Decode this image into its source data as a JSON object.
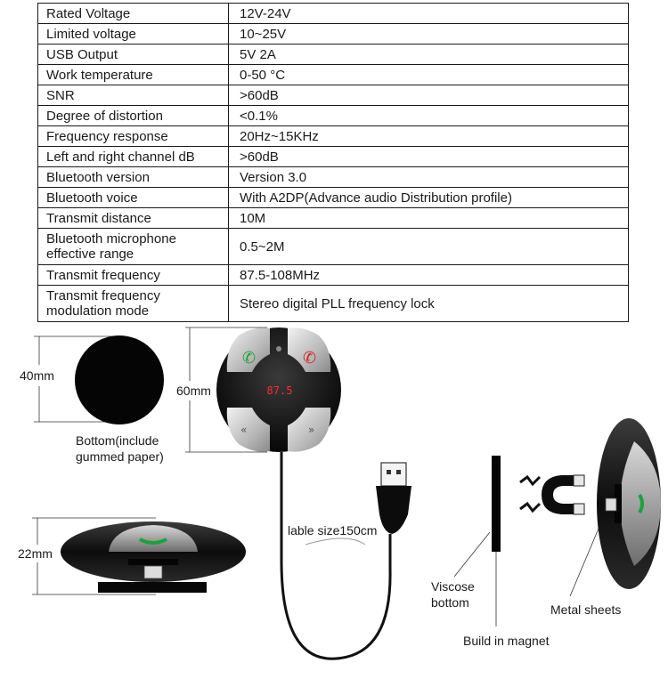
{
  "specs": [
    {
      "name": "Rated Voltage",
      "value": "12V-24V"
    },
    {
      "name": "Limited voltage",
      "value": "10~25V"
    },
    {
      "name": "USB Output",
      "value": "5V 2A"
    },
    {
      "name": "Work temperature",
      "value": "0-50 °C"
    },
    {
      "name": "SNR",
      "value": ">60dB"
    },
    {
      "name": "Degree of distortion",
      "value": "<0.1%"
    },
    {
      "name": "Frequency  response",
      "value": "20Hz~15KHz"
    },
    {
      "name": "Left and right channel dB",
      "value": ">60dB"
    },
    {
      "name": "Bluetooth version",
      "value": "Version 3.0"
    },
    {
      "name": "Bluetooth voice",
      "value": "With A2DP(Advance audio Distribution profile)"
    },
    {
      "name": "Transmit distance",
      "value": "10M"
    },
    {
      "name": "Bluetooth microphone effective range",
      "value": "0.5~2M"
    },
    {
      "name": "Transmit frequency",
      "value": "87.5-108MHz"
    },
    {
      "name": "Transmit frequency modulation mode",
      "value": "Stereo digital PLL frequency lock"
    }
  ],
  "figure": {
    "bottom_width": "40mm",
    "bottom_caption_line1": "Bottom(include",
    "bottom_caption_line2": "gummed paper)",
    "device_width": "60mm",
    "display_reading": "87.5",
    "height_label": "22mm",
    "cable_label": "lable size150cm",
    "viscose_line1": "Viscose",
    "viscose_line2": "bottom",
    "magnet_label": "Build in magnet",
    "metal_label": "Metal sheets"
  },
  "colors": {
    "call_accept": "#1aa33a",
    "call_reject": "#d42020",
    "display_red": "#ff2a2a",
    "device_body": "#111111"
  }
}
